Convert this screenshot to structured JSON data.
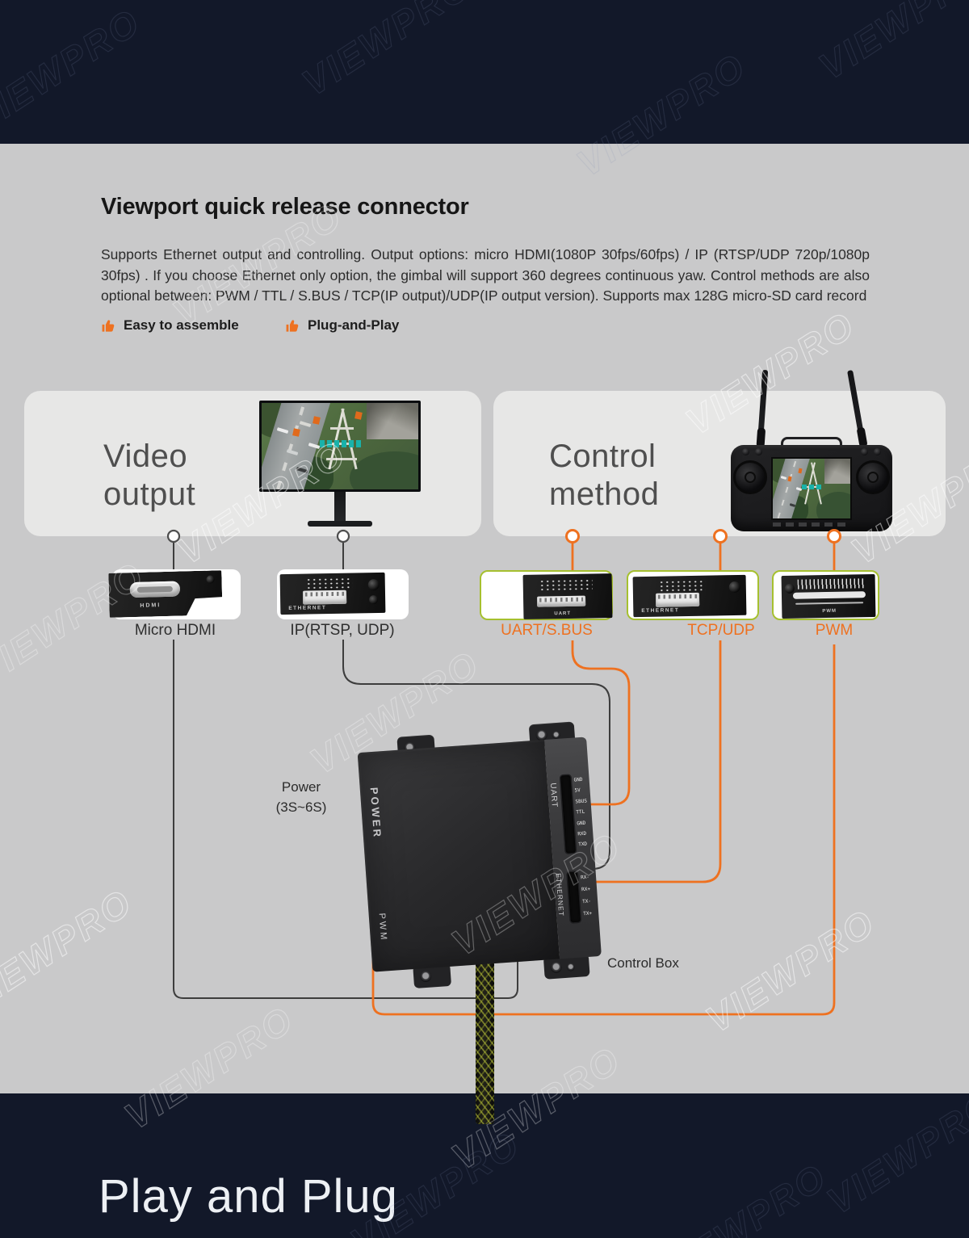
{
  "watermark": {
    "text": "VIEWPRO"
  },
  "intro": {
    "title": "Viewport quick release connector",
    "description": "Supports Ethernet output and controlling. Output options: micro HDMI(1080P 30fps/60fps) / IP (RTSP/UDP 720p/1080p 30fps) . If you choose Ethernet only option, the gimbal will support 360 degrees continuous yaw. Control methods are also optional between: PWM / TTL / S.BUS / TCP(IP output)/UDP(IP output version). Supports max 128G micro-SD card record",
    "features": [
      {
        "label": "Easy to assemble"
      },
      {
        "label": "Plug-and-Play"
      }
    ]
  },
  "panels": {
    "video_output": {
      "line1": "Video",
      "line2": "output"
    },
    "control_method": {
      "line1": "Control",
      "line2": "method"
    }
  },
  "connectors": [
    {
      "label": "Micro HDMI",
      "port_text": "HDMI"
    },
    {
      "label": "IP(RTSP, UDP)",
      "port_text": "ETHERNET"
    },
    {
      "label": "UART/S.BUS",
      "port_text": "UART"
    },
    {
      "label": "TCP/UDP",
      "port_text": "ETHERNET"
    },
    {
      "label": "PWM",
      "port_text": "PWM"
    }
  ],
  "control_box": {
    "label": "Control Box",
    "power_note_line1": "Power",
    "power_note_line2": "(3S~6S)",
    "face_labels": {
      "power": "POWER",
      "pwm": "PWM"
    },
    "ports": {
      "uart": {
        "label": "UART",
        "pins": [
          "GND",
          "5V",
          "SBUS",
          "TTL",
          "GND",
          "RXD",
          "TXD"
        ]
      },
      "ethernet": {
        "label": "ETHERNET",
        "pins": [
          "RX-",
          "RX+",
          "TX-",
          "TX+"
        ]
      }
    }
  },
  "footer": {
    "slogan": "Play and Plug"
  },
  "colors": {
    "accent_orange": "#ee7120",
    "lime_border": "#a6c02f",
    "band_dark": "#121829",
    "background": "#c9c9ca",
    "panel": "#e7e7e6"
  }
}
